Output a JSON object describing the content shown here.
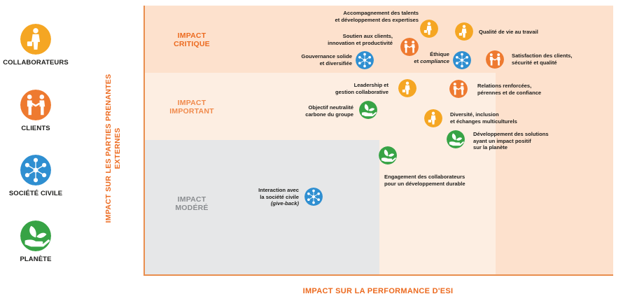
{
  "legend": [
    {
      "key": "collab",
      "label": "COLLABORATEURS",
      "icon": "person-with-bag-icon",
      "color": "#f5a623"
    },
    {
      "key": "clients",
      "label": "CLIENTS",
      "icon": "handshake-icon",
      "color": "#ee7a30"
    },
    {
      "key": "societe",
      "label": "SOCIÉTÉ CIVILE",
      "icon": "network-people-icon",
      "color": "#2f8fd1"
    },
    {
      "key": "planete",
      "label": "PLANÈTE",
      "icon": "leaf-hand-icon",
      "color": "#37a345"
    }
  ],
  "zones": {
    "critique": {
      "label": "IMPACT\nCRITIQUE",
      "color": "#ec6a1f"
    },
    "important": {
      "label": "IMPACT\nIMPORTANT",
      "color": "#f08a4c"
    },
    "modere": {
      "label": "IMPACT\nMODÉRÉ",
      "color": "#8a8d90"
    }
  },
  "axes": {
    "y_title": "IMPACT SUR LES PARTIES PRENANTES EXTERNES",
    "x_title": "IMPACT SUR LA PERFORMANCE D'ESI"
  },
  "items": [
    {
      "id": "talents",
      "cat": "collab",
      "label": [
        "Accompagnement des talents",
        "et développement des expertises"
      ]
    },
    {
      "id": "qualite",
      "cat": "collab",
      "label": [
        "Qualité de vie au travail"
      ]
    },
    {
      "id": "soutien",
      "cat": "clients",
      "label": [
        "Soutien aux clients,",
        "innovation et productivité"
      ]
    },
    {
      "id": "ethique",
      "cat": "societe",
      "label": [
        "Éthique",
        "et compliance"
      ]
    },
    {
      "id": "satisfaction",
      "cat": "clients",
      "label": [
        "Satisfaction des clients,",
        "sécurité et qualité"
      ]
    },
    {
      "id": "gouvernance",
      "cat": "societe",
      "label": [
        "Gouvernance solide",
        "et diversifiée"
      ]
    },
    {
      "id": "leadership",
      "cat": "collab",
      "label": [
        "Leadership et",
        "gestion collaborative"
      ]
    },
    {
      "id": "relations",
      "cat": "clients",
      "label": [
        "Relations renforcées,",
        "pérennes et de confiance"
      ]
    },
    {
      "id": "carbone",
      "cat": "planete",
      "label": [
        "Objectif neutralité",
        "carbone du groupe"
      ]
    },
    {
      "id": "diversite",
      "cat": "collab",
      "label": [
        "Diversité, inclusion",
        "et échanges multiculturels"
      ]
    },
    {
      "id": "solutions",
      "cat": "planete",
      "label": [
        "Développement des solutions",
        "ayant un impact positif",
        "sur la planète"
      ]
    },
    {
      "id": "engagement",
      "cat": "planete",
      "label": [
        "Engagement des collaborateurs",
        "pour un développement durable"
      ]
    },
    {
      "id": "interaction",
      "cat": "societe",
      "label": [
        "Interaction avec",
        "la société civile",
        "(give-back)"
      ]
    }
  ]
}
